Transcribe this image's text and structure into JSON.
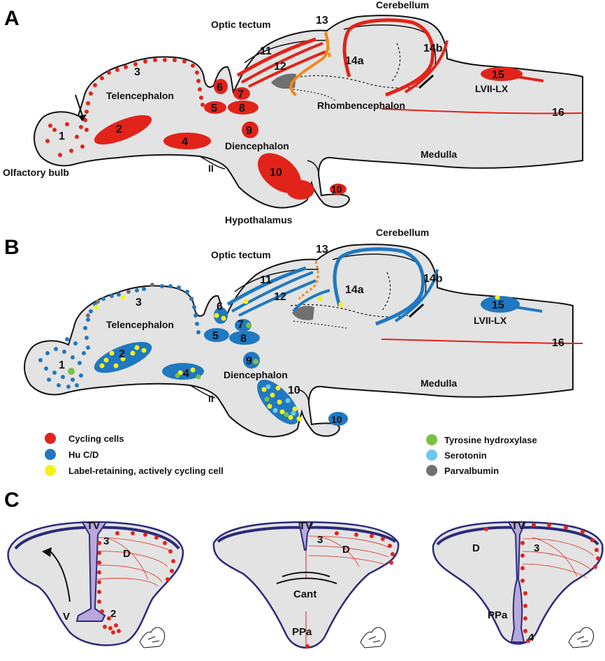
{
  "panels": {
    "a": {
      "letter": "A",
      "regions": {
        "cerebellum": "Cerebellum",
        "optic_tectum": "Optic tectum",
        "telencephalon": "Telencephalon",
        "olfactory_bulb": "Olfactory bulb",
        "diencephalon": "Diencephalon",
        "rhombencephalon": "Rhombencephalon",
        "medulla": "Medulla",
        "hypothalamus": "Hypothalamus",
        "lvii_lx": "LVII-LX",
        "optic_nerve": "II"
      },
      "zones": [
        "1",
        "2",
        "3",
        "4",
        "5",
        "6",
        "7",
        "8",
        "9",
        "10",
        "10",
        "11",
        "12",
        "13",
        "14a",
        "14b",
        "15",
        "16"
      ]
    },
    "b": {
      "letter": "B",
      "regions": {
        "cerebellum": "Cerebellum",
        "optic_tectum": "Optic tectum",
        "telencephalon": "Telencephalon",
        "diencephalon": "Diencephalon",
        "medulla": "Medulla",
        "lvii_lx": "LVII-LX",
        "optic_nerve": "II"
      },
      "zones": [
        "1",
        "2",
        "3",
        "4",
        "5",
        "6",
        "7",
        "8",
        "9",
        "10",
        "10",
        "11",
        "12",
        "13",
        "14a",
        "14b",
        "15",
        "16"
      ]
    },
    "c": {
      "letter": "C",
      "sections": [
        {
          "tv": "TV",
          "labels": [
            "3",
            "D",
            "V",
            "2"
          ]
        },
        {
          "tv": "TV",
          "labels": [
            "3",
            "D",
            "Cant",
            "PPa"
          ]
        },
        {
          "tv": "TV",
          "labels": [
            "D",
            "3",
            "PPa",
            "4"
          ]
        }
      ]
    }
  },
  "legend": {
    "left": [
      {
        "label": "Cycling cells",
        "color": "#e2231a"
      },
      {
        "label": "Hu C/D",
        "color": "#1f78c1"
      },
      {
        "label": "Label-retaining, actively cycling cell",
        "color": "#f5f118"
      }
    ],
    "right": [
      {
        "label": "Tyrosine hydroxylase",
        "color": "#7ac143"
      },
      {
        "label": "Serotonin",
        "color": "#6cc8f0"
      },
      {
        "label": "Parvalbumin",
        "color": "#707070"
      }
    ]
  },
  "colors": {
    "tissue": "#e3e3e3",
    "outline": "#111111",
    "red": "#e2231a",
    "blue": "#1f78c1",
    "orange": "#f08a1c",
    "purple": "#b8a9dc",
    "navy": "#2a2a7a"
  }
}
